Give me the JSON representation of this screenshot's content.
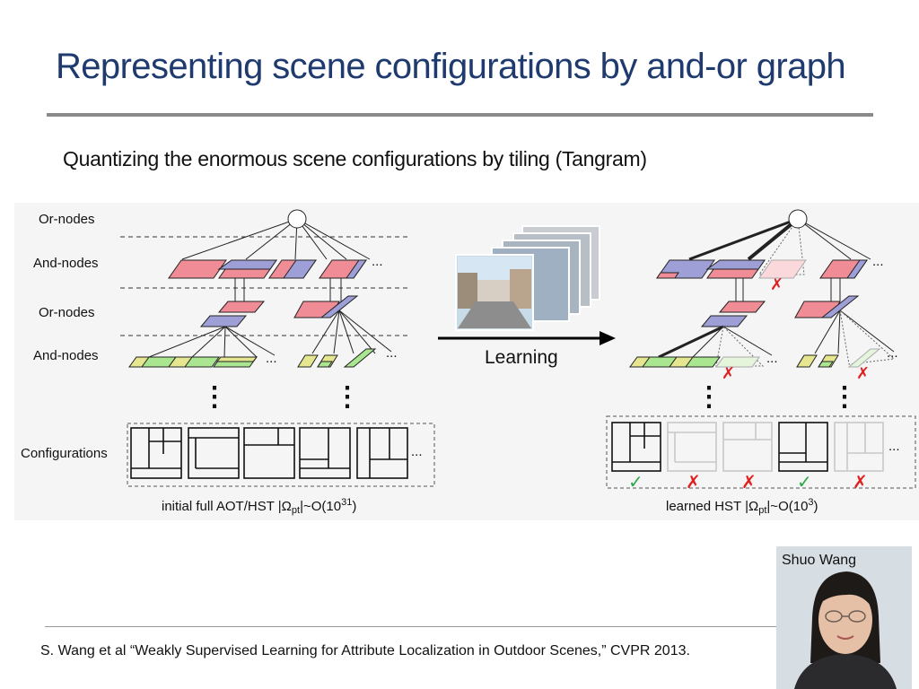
{
  "slide": {
    "title": "Representing scene configurations by and-or graph",
    "subtitle": "Quantizing the enormous scene configurations by tiling (Tangram)"
  },
  "diagram": {
    "level_labels": [
      "Or-nodes",
      "And-nodes",
      "Or-nodes",
      "And-nodes",
      "Configurations"
    ],
    "arrow_label": "Learning",
    "ellipsis": "...",
    "vertical_ellipsis": "⋮",
    "left_caption": "initial full AOT/HST |Ω",
    "left_caption_sub": "pt",
    "left_caption_tail": "|~O(10",
    "left_caption_exp": "31",
    "right_caption": "learned HST |Ω",
    "right_caption_sub": "pt",
    "right_caption_tail": "|~O(10",
    "right_caption_exp": "3",
    "config_marks": [
      "✓",
      "✗",
      "✗",
      "✓",
      "✗"
    ],
    "node_colors": {
      "red": "#f08c96",
      "blue": "#9d9fd6",
      "green": "#a9e68f",
      "yellow": "#e6e690"
    }
  },
  "presenter": {
    "name": "Shuo Wang"
  },
  "citation": "S. Wang et al  “Weakly Supervised Learning for Attribute Localization in Outdoor Scenes,”  CVPR 2013."
}
